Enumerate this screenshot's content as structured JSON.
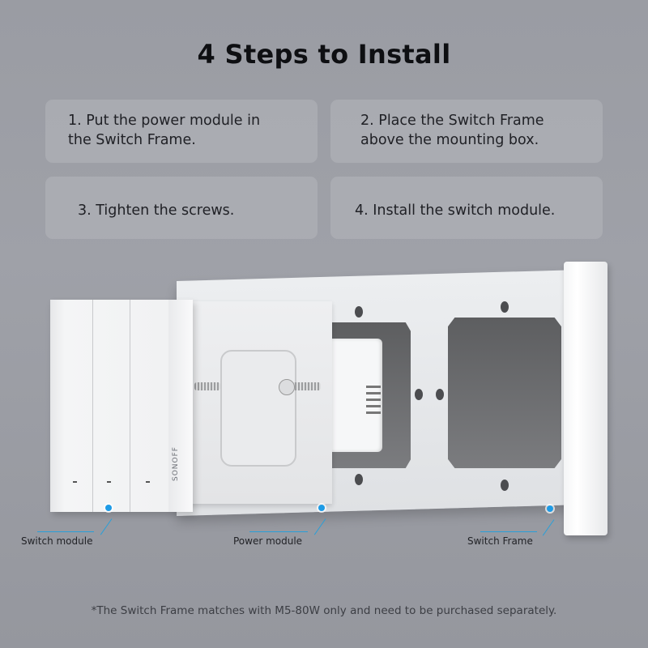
{
  "title": "4 Steps to Install",
  "steps": [
    {
      "line1": "1. Put the power module in",
      "line2": "the Switch Frame."
    },
    {
      "line1": "2. Place the Switch Frame",
      "line2": "above the mounting box."
    },
    {
      "line1": "3. Tighten the screws."
    },
    {
      "line1": "4. Install the switch module."
    }
  ],
  "product": {
    "brand": "SONOFF",
    "callouts": [
      {
        "label": "Switch module"
      },
      {
        "label": "Power module"
      },
      {
        "label": "Switch Frame"
      }
    ]
  },
  "footnote": "*The Switch Frame matches with M5-80W only and need to be purchased separately.",
  "colors": {
    "callout_accent": "#1e9be6",
    "background": "#9c9ea5",
    "title": "#0e0f12"
  }
}
